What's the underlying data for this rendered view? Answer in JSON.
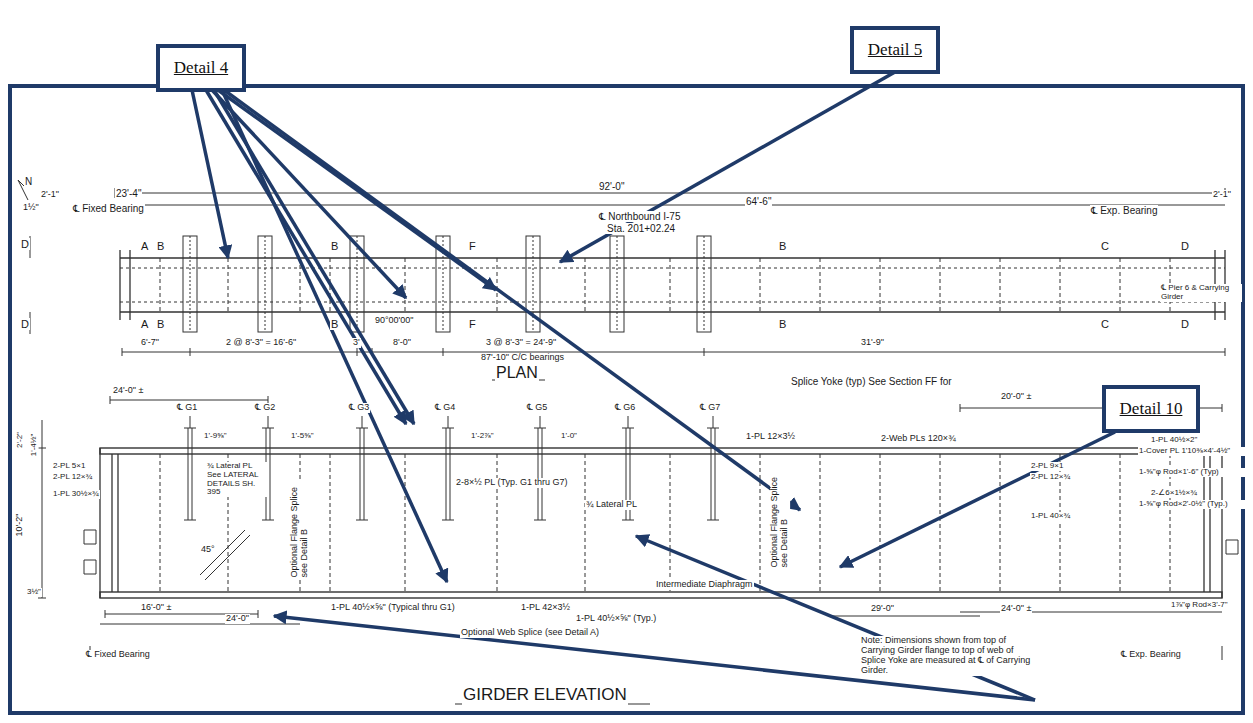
{
  "diagram": {
    "nodes": [
      {
        "text": [
          "Detail 4"
        ]
      },
      {
        "text": [
          "Detail 5"
        ]
      },
      {
        "text": [
          "Detail 10"
        ]
      }
    ],
    "labels": [
      "N",
      "2'-1\"",
      "1½\"",
      "23'-4\"",
      "℄ Fixed Bearing",
      "92'-0\"",
      "64'-6\"",
      "2'-1\"",
      "℄ Exp. Bearing",
      "℄ Northbound I-75",
      "Sta. 201+02.24",
      "D",
      "A",
      "B",
      "B",
      "F",
      "B",
      "C",
      "D",
      "℄ Pier 6 & Carrying Girder",
      "D",
      "A",
      "B",
      "B",
      "F",
      "B",
      "C",
      "D",
      "90°00'00\"",
      "6'-7\"",
      "2 @ 8'-3\" = 16'-6\"",
      "3'",
      "8'-0\"",
      "3 @ 8'-3\" = 24'-9\"",
      "31'-9\"",
      "87'-10\" C/C bearings",
      "PLAN",
      "24'-0\" ±",
      "℄ G1",
      "℄ G2",
      "℄ G3",
      "℄ G4",
      "℄ G5",
      "℄ G6",
      "℄ G7",
      "Splice Yoke (typ) See Section FF for",
      "20'-0\" ±",
      "1-PL 12×3½",
      "2-Web PLs 120×¾",
      "1-PL 40½×2\"",
      "1-Cover PL 1'10⅜×4'-4½\"",
      "1-⅝\"φ Rod×1'-6\" (Typ)",
      "2-∠6×1½×¾",
      "1-⅝\"φ Rod×2'-0½\" (Typ.)",
      "2-PL 9×1",
      "2-PL 12×¾",
      "1-PL 40×¾",
      "2-PL 5×1",
      "2-PL 12×¾",
      "1-PL 30½×¾",
      "¾ Lateral PL See LATERAL DETAILS SH. 395",
      "Optional Flange Splice see Detail B",
      "1'-9⅝\"",
      "1'-5⅝\"",
      "1'-2⅞\"",
      "1'-0\"",
      "2-8×½ PL (Typ. G1 thru G7)",
      "¾ Lateral PL",
      "45°",
      "Optional Flange Splice see Detail B",
      "10'-2\"",
      "1'-4½\"",
      "3½\"",
      "2'-2\"",
      "16'-0\" ±",
      "24'-0\"",
      "1-PL 40½×⅝\" (Typical thru G1)",
      "1-PL 42×3½",
      "Intermediate Diaphragm",
      "1-PL 40½×⅝\" (Typ.)",
      "Optional Web Splice (see Detail A)",
      "29'-0\"",
      "24'-0\" ±",
      "1⅞\"φ Rod×3'-7\"",
      "Note: Dimensions shown from top of Carrying Girder flange to top of web of Splice Yoke are measured at ℄ of Carrying Girder.",
      "℄ Fixed Bearing",
      "℄ Exp. Bearing",
      "GIRDER ELEVATION"
    ]
  }
}
